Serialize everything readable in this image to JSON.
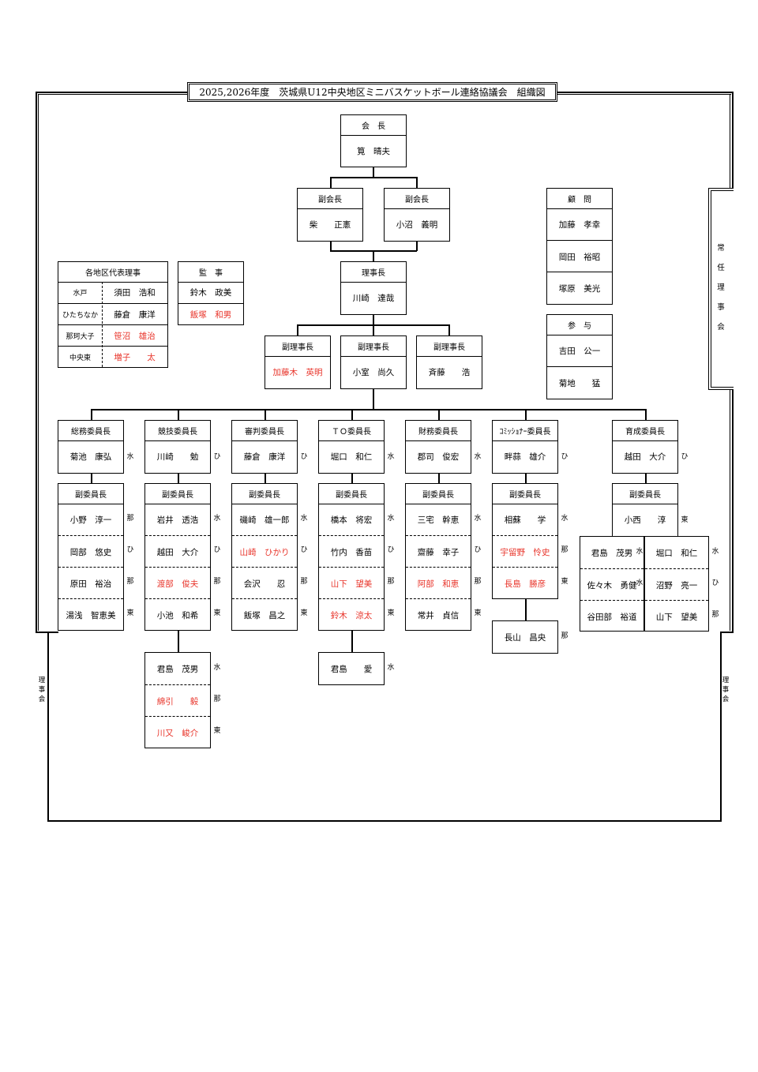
{
  "title": "2025,2026年度　茨城県U12中央地区ミニバスケットボール連絡協議会　組織図",
  "side_labels": {
    "jonin": [
      "常",
      "任",
      "理",
      "事",
      "会"
    ],
    "rijikai": [
      "理",
      "事",
      "会"
    ]
  },
  "colors": {
    "red": "#e8342a",
    "black": "#000000"
  },
  "kaicho": {
    "head": "会　長",
    "name": "筧　晴夫"
  },
  "fukukaicho": [
    {
      "head": "副会長",
      "name": "柴　　正憲"
    },
    {
      "head": "副会長",
      "name": "小沼　義明"
    }
  ],
  "rijicho": {
    "head": "理事長",
    "name": "川崎　達哉"
  },
  "fukurijicho": [
    {
      "head": "副理事長",
      "name": "加藤木　英明",
      "red": true
    },
    {
      "head": "副理事長",
      "name": "小室　尚久"
    },
    {
      "head": "副理事長",
      "name": "斉藤　　浩"
    }
  ],
  "komon": {
    "head": "顧　問",
    "names": [
      "加藤　孝幸",
      "岡田　裕昭",
      "塚原　美光"
    ]
  },
  "sanyo": {
    "head": "参　与",
    "names": [
      "吉田　公一",
      "菊地　　猛"
    ]
  },
  "kanji": {
    "head": "監　事",
    "names": [
      {
        "name": "鈴木　政美"
      },
      {
        "name": "飯塚　和男",
        "red": true
      }
    ]
  },
  "chiku": {
    "head": "各地区代表理事",
    "rows": [
      {
        "area": "水戸",
        "name": "須田　浩和"
      },
      {
        "area": "ひたちなか",
        "name": "藤倉　康洋"
      },
      {
        "area": "那珂大子",
        "name": "笹沼　雄治",
        "red": true
      },
      {
        "area": "中央東",
        "name": "増子　　太",
        "red": true
      }
    ]
  },
  "committees": [
    {
      "head": "総務委員長",
      "chair": "菊池　康弘",
      "tag": "水",
      "vice_head": "副委員長",
      "vice": [
        {
          "name": "小野　淳一",
          "tag": "那"
        },
        {
          "name": "岡部　悠史",
          "tag": "ひ"
        },
        {
          "name": "原田　裕治",
          "tag": "那"
        },
        {
          "name": "湯浅　智恵美",
          "tag": "東"
        }
      ]
    },
    {
      "head": "競技委員長",
      "chair": "川崎　　勉",
      "tag": "ひ",
      "vice_head": "副委員長",
      "vice": [
        {
          "name": "岩井　透浩",
          "tag": "水"
        },
        {
          "name": "越田　大介",
          "tag": "ひ"
        },
        {
          "name": "渡部　俊夫",
          "tag": "那",
          "red": true
        },
        {
          "name": "小池　和希",
          "tag": "東"
        }
      ],
      "extra": [
        {
          "name": "君島　茂男",
          "tag": "水"
        },
        {
          "name": "綿引　　毅",
          "tag": "那",
          "red": true
        },
        {
          "name": "川又　峻介",
          "tag": "東",
          "red": true
        }
      ]
    },
    {
      "head": "審判委員長",
      "chair": "藤倉　康洋",
      "tag": "ひ",
      "vice_head": "副委員長",
      "vice": [
        {
          "name": "磯崎　雄一郎",
          "tag": "水"
        },
        {
          "name": "山崎　ひかり",
          "tag": "ひ",
          "red": true
        },
        {
          "name": "会沢　　忍",
          "tag": "那"
        },
        {
          "name": "飯塚　昌之",
          "tag": "東"
        }
      ]
    },
    {
      "head": "ＴＯ委員長",
      "chair": "堀口　和仁",
      "tag": "水",
      "vice_head": "副委員長",
      "vice": [
        {
          "name": "橋本　将宏",
          "tag": "水"
        },
        {
          "name": "竹内　香苗",
          "tag": "ひ"
        },
        {
          "name": "山下　望美",
          "tag": "那",
          "red": true
        },
        {
          "name": "鈴木　涼太",
          "tag": "東",
          "red": true
        }
      ],
      "extra": [
        {
          "name": "君島　　愛",
          "tag": "水"
        }
      ]
    },
    {
      "head": "財務委員長",
      "chair": "郡司　俊宏",
      "tag": "水",
      "vice_head": "副委員長",
      "vice": [
        {
          "name": "三宅　幹恵",
          "tag": "水"
        },
        {
          "name": "齋藤　幸子",
          "tag": "ひ"
        },
        {
          "name": "阿部　和恵",
          "tag": "那",
          "red": true
        },
        {
          "name": "常井　貞信",
          "tag": "東"
        }
      ]
    },
    {
      "head": "ｺﾐｯｼｮﾅｰ委員長",
      "chair": "畔蒜　雄介",
      "tag": "ひ",
      "vice_head": "副委員長",
      "vice": [
        {
          "name": "相蘇　　学",
          "tag": "水"
        },
        {
          "name": "宇留野　怜史",
          "tag": "那",
          "red": true
        },
        {
          "name": "長島　勝彦",
          "tag": "東",
          "red": true
        }
      ],
      "extra": [
        {
          "name": "長山　昌央",
          "tag": "那"
        }
      ]
    },
    {
      "head": "育成委員長",
      "chair": "越田　大介",
      "tag": "ひ",
      "vice_head": "副委員長",
      "vice_top": {
        "name": "小西　　淳",
        "tag": "東"
      },
      "vice_left": [
        {
          "name": "君島　茂男",
          "tag": "水"
        },
        {
          "name": "佐々木　勇健",
          "tag": "水"
        },
        {
          "name": "谷田部　裕道"
        }
      ],
      "vice_right": [
        {
          "name": "堀口　和仁",
          "tag": "水"
        },
        {
          "name": "沼野　亮一",
          "tag": "ひ"
        },
        {
          "name": "山下　望美",
          "tag": "那"
        }
      ]
    }
  ]
}
